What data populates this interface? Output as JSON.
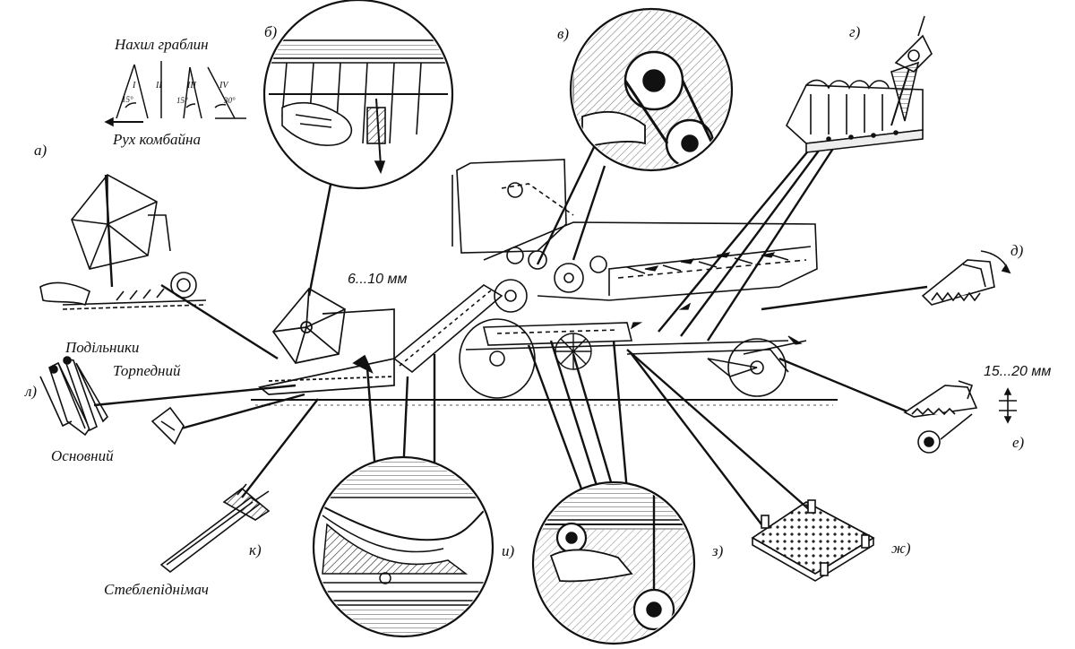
{
  "labels": {
    "rake_tilt": "Нахил граблин",
    "combine_motion": "Рух комбайна",
    "dividers": "Подільники",
    "torpedo": "Торпедний",
    "main": "Основний",
    "stalk_lifter": "Стеблепіднімач",
    "gap_top": "6...10 мм",
    "gap_right": "15...20 мм"
  },
  "rake_angles": {
    "positions": [
      "I",
      "II",
      "III",
      "IV"
    ],
    "angles": [
      "15°",
      "15°",
      "30°"
    ]
  },
  "detail_markers": [
    "а)",
    "б)",
    "в)",
    "г)",
    "д)",
    "е)",
    "ж)",
    "з)",
    "и)",
    "к)",
    "л)"
  ]
}
